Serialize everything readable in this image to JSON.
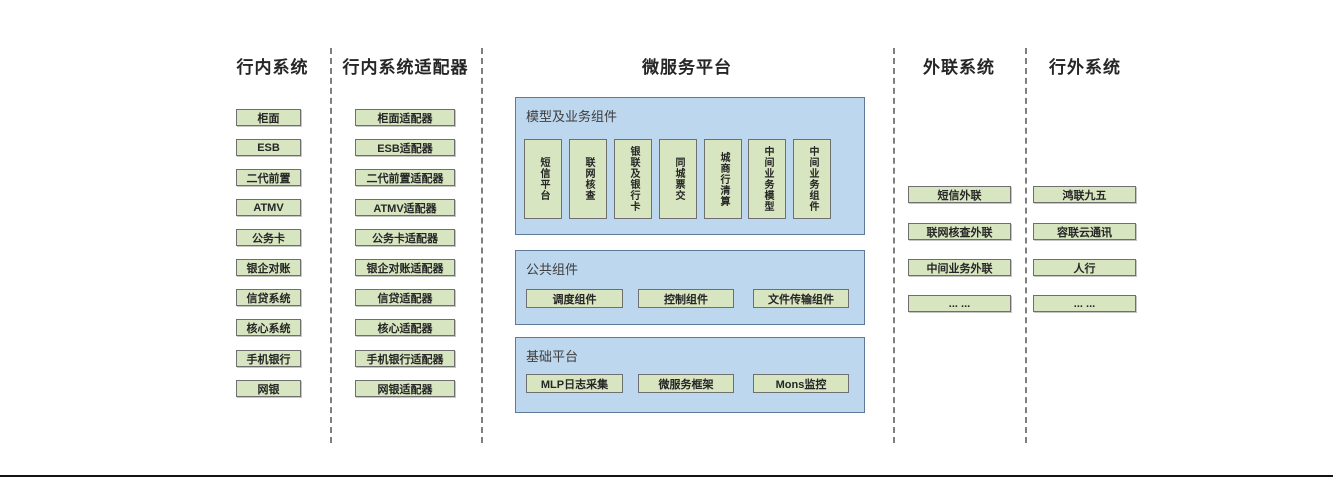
{
  "colors": {
    "node_fill": "#d8e5c1",
    "node_border": "#6f6f6f",
    "panel_fill": "#bdd7ee",
    "panel_border": "#5d7b99",
    "divider": "#7f7f7f",
    "text": "#262626"
  },
  "columns": [
    {
      "id": "internal-systems",
      "title": "行内系统",
      "items": [
        "柜面",
        "ESB",
        "二代前置",
        "ATMV",
        "公务卡",
        "银企对账",
        "信贷系统",
        "核心系统",
        "手机银行",
        "网银"
      ]
    },
    {
      "id": "internal-system-adapters",
      "title": "行内系统适配器",
      "items": [
        "柜面适配器",
        "ESB适配器",
        "二代前置适配器",
        "ATMV适配器",
        "公务卡适配器",
        "银企对账适配器",
        "信贷适配器",
        "核心适配器",
        "手机银行适配器",
        "网银适配器"
      ]
    },
    {
      "id": "microservice-platform",
      "title": "微服务平台",
      "groups": [
        {
          "title": "模型及业务组件",
          "orientation": "vertical",
          "items": [
            "短信平台",
            "联网核查",
            "银联及银行卡",
            "同城票交",
            "城商行清算",
            "中间业务模型",
            "中间业务组件"
          ]
        },
        {
          "title": "公共组件",
          "orientation": "horizontal",
          "items": [
            "调度组件",
            "控制组件",
            "文件传输组件"
          ]
        },
        {
          "title": "基础平台",
          "orientation": "horizontal",
          "items": [
            "MLP日志采集",
            "微服务框架",
            "Mons监控"
          ]
        }
      ]
    },
    {
      "id": "outbound-link-systems",
      "title": "外联系统",
      "items": [
        "短信外联",
        "联网核查外联",
        "中间业务外联",
        "... ..."
      ]
    },
    {
      "id": "external-systems",
      "title": "行外系统",
      "items": [
        "鸿联九五",
        "容联云通讯",
        "人行",
        "... ..."
      ]
    }
  ]
}
